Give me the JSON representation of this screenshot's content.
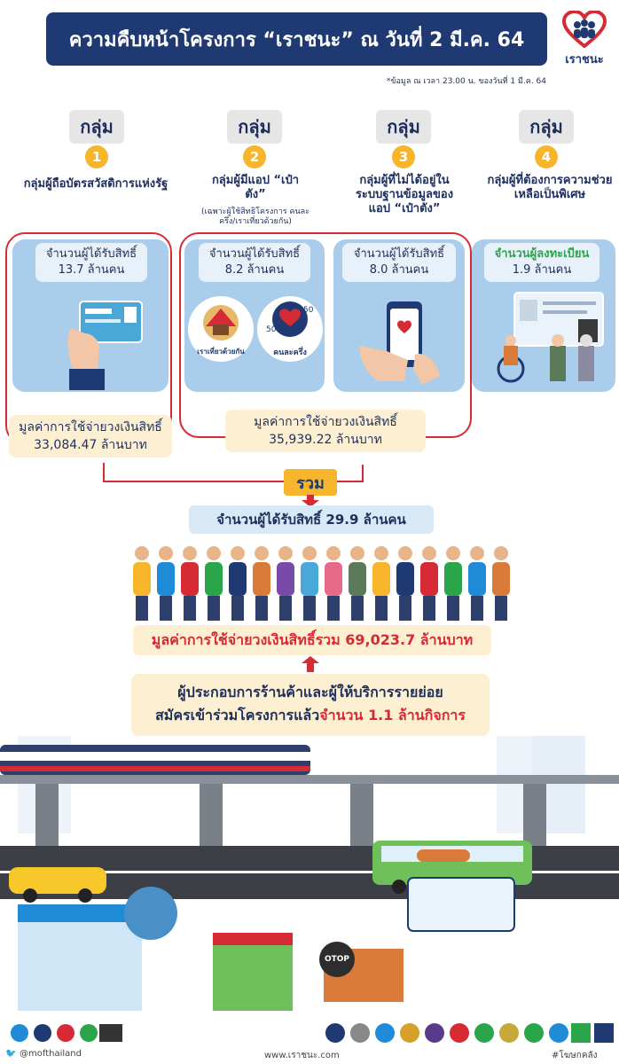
{
  "header": {
    "title": "ความคืบหน้าโครงการ “เราชนะ” ณ วันที่ 2 มี.ค. 64",
    "logo_text": "เราชนะ",
    "note": "*ข้อมูล ณ เวลา 23.00 น. ของวันที่ 1 มี.ค. 64"
  },
  "groups": [
    {
      "tab": "กลุ่ม",
      "num": "1",
      "label": "กลุ่มผู้ถือบัตรสวัสดิการแห่งรัฐ",
      "sub": ""
    },
    {
      "tab": "กลุ่ม",
      "num": "2",
      "label": "กลุ่มผู้มีแอป “เป๋าตัง”",
      "sub": "(เฉพาะผู้ใช้สิทธิโครงการ คนละครึ่ง/เราเที่ยวด้วยกัน)"
    },
    {
      "tab": "กลุ่ม",
      "num": "3",
      "label": "กลุ่มผู้ที่ไม่ได้อยู่ในระบบฐานข้อมูลของแอป “เป๋าตัง”",
      "sub": ""
    },
    {
      "tab": "กลุ่ม",
      "num": "4",
      "label": "กลุ่มผู้ที่ต้องการความช่วยเหลือเป็นพิเศษ",
      "sub": ""
    }
  ],
  "cards": [
    {
      "head": "จำนวนผู้ได้รับสิทธิ์",
      "value": "13.7 ล้านคน"
    },
    {
      "head": "จำนวนผู้ได้รับสิทธิ์",
      "value": "8.2 ล้านคน"
    },
    {
      "head": "จำนวนผู้ได้รับสิทธิ์",
      "value": "8.0 ล้านคน"
    },
    {
      "head": "จำนวนผู้ลงทะเบียน",
      "value": "1.9 ล้านคน"
    }
  ],
  "card2_logos": {
    "left": "เราเที่ยวด้วยกัน",
    "right": "คนละครึ่ง"
  },
  "spend": [
    {
      "label": "มูลค่าการใช้จ่ายวงเงินสิทธิ์",
      "value": "33,084.47 ล้านบาท"
    },
    {
      "label": "มูลค่าการใช้จ่ายวงเงินสิทธิ์",
      "value": "35,939.22 ล้านบาท"
    }
  ],
  "summary": {
    "badge": "รวม",
    "total_people": "จำนวนผู้ได้รับสิทธิ์ 29.9 ล้านคน",
    "total_value": "มูลค่าการใช้จ่ายวงเงินสิทธิ์รวม 69,023.7 ล้านบาท",
    "merchants_line1": "ผู้ประกอบการร้านค้าและผู้ให้บริการรายย่อย",
    "merchants_line2": "สมัครเข้าร่วมโครงการแล้ว",
    "merchants_highlight": "จำนวน 1.1 ล้านกิจการ"
  },
  "scene": {
    "otop": "OTOP"
  },
  "footer": {
    "twitter": "@mofthailand",
    "website": "www.เราชนะ.com",
    "tag": "#โฆษกคลัง"
  },
  "colors": {
    "navy": "#1f3a73",
    "red": "#d62a35",
    "yellow": "#f6b52a",
    "card": "#a9cdea",
    "cream": "#fdf0d2",
    "green": "#2aa54a"
  }
}
